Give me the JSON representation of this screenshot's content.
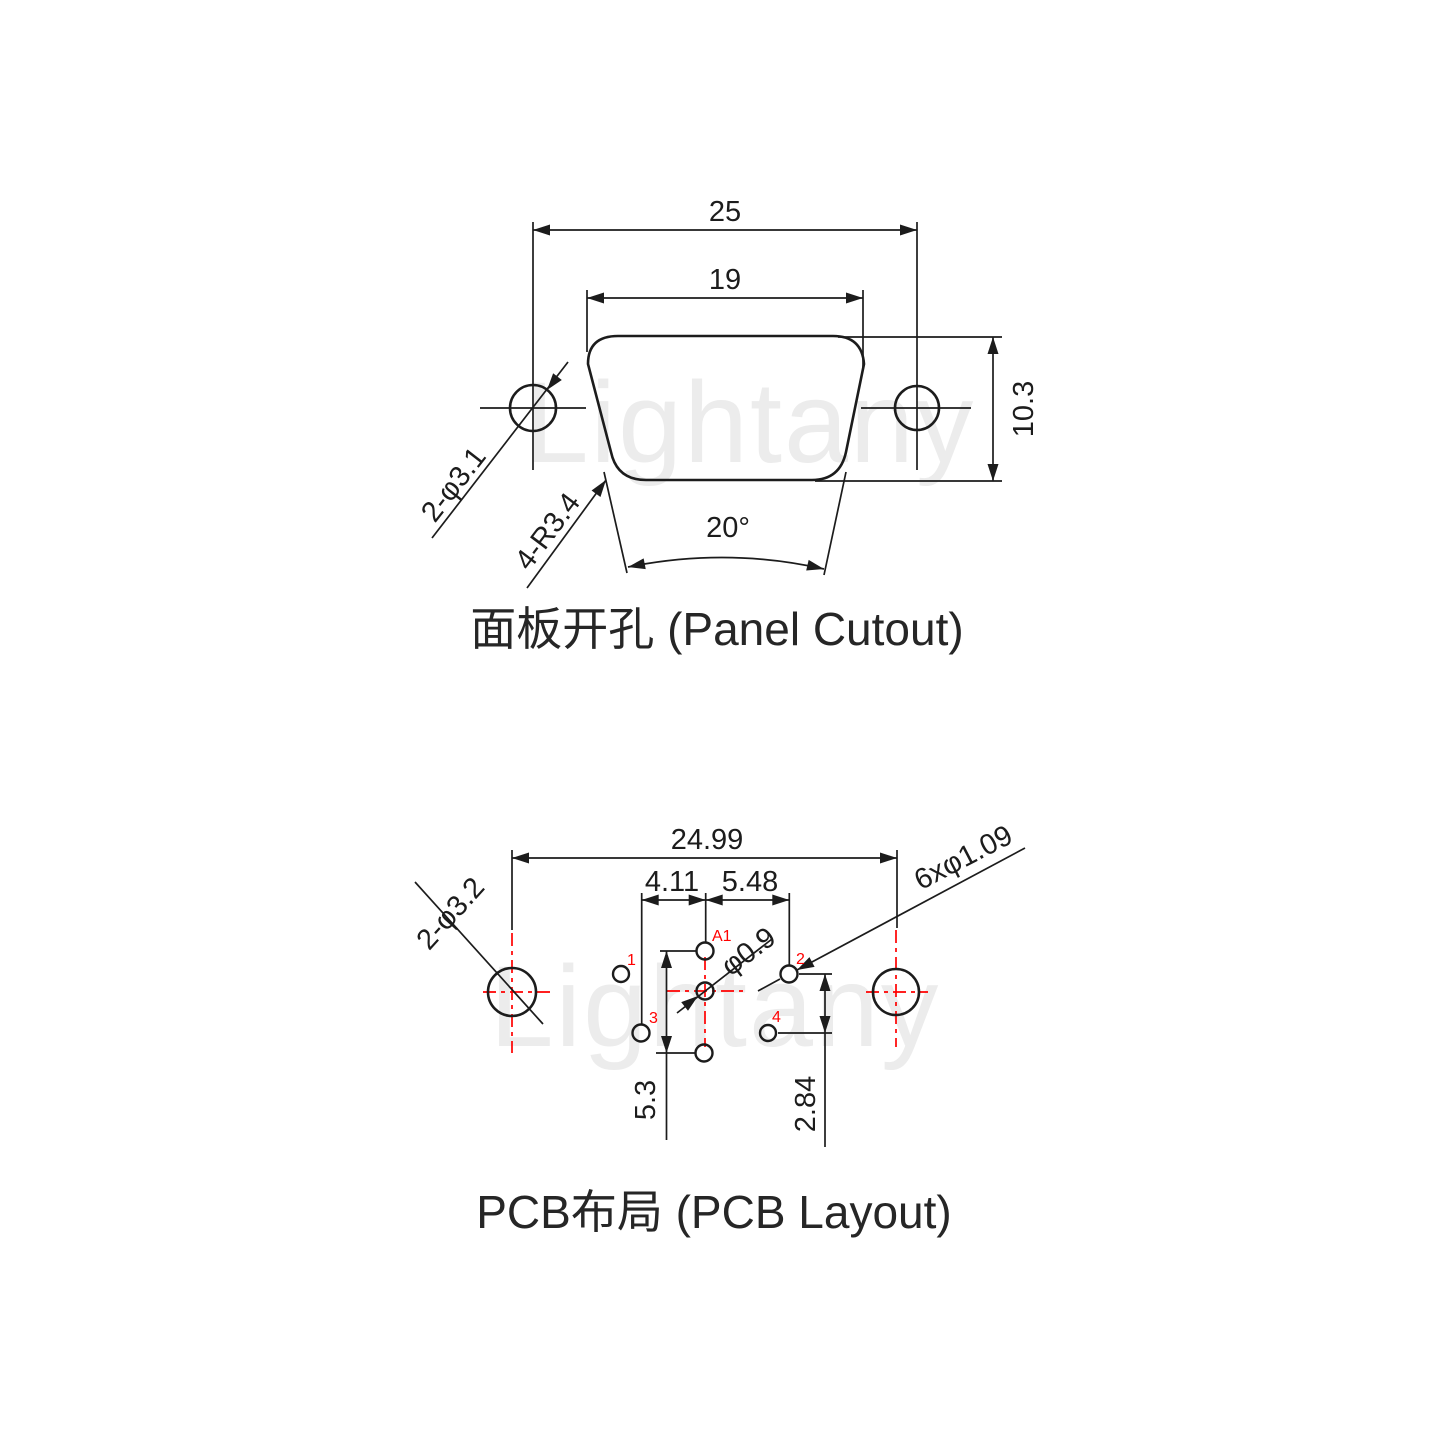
{
  "colors": {
    "line": "#1c1c1c",
    "accent_red": "#ff0000",
    "watermark_gray": "#ececec",
    "background": "#ffffff"
  },
  "watermark": {
    "text": "Lightany"
  },
  "panel_cutout": {
    "caption": "面板开孔 (Panel Cutout)",
    "dim_width_outer": "25",
    "dim_width_inner": "19",
    "dim_height": "10.3",
    "dim_angle": "20°",
    "label_mount_holes": "2-φ3.1",
    "label_corner_radius": "4-R3.4"
  },
  "pcb_layout": {
    "caption": "PCB布局 (PCB Layout)",
    "dim_mount_hole_spacing": "24.99",
    "dim_pitch_left": "4.11",
    "dim_pitch_right": "5.48",
    "dim_row_height_left": "5.3",
    "dim_row_height_right": "2.84",
    "label_pin_holes": "6xφ1.09",
    "label_mount_holes": "2-φ3.2",
    "label_center_hole": "φ0.9",
    "pin_labels": {
      "a1": "A1",
      "p1": "1",
      "p2": "2",
      "p3": "3",
      "p4": "4"
    }
  }
}
